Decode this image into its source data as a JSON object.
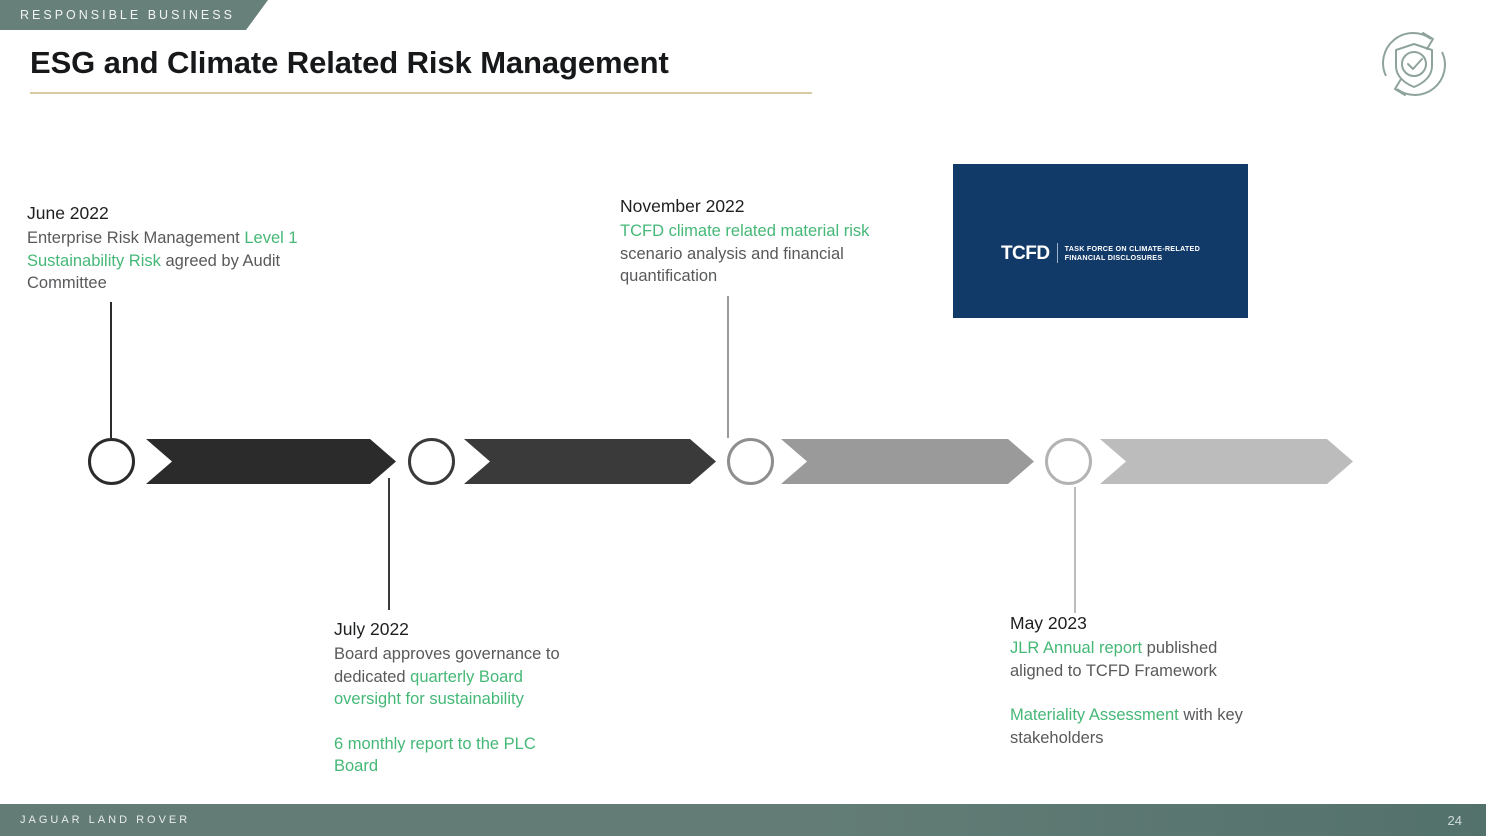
{
  "slide": {
    "eyebrow": "RESPONSIBLE BUSINESS",
    "title": "ESG and Climate Related Risk Management",
    "corner_icon": "shield-check-cycle-icon",
    "accent_color": "#45b877",
    "rule_color": "#d8cba4",
    "banner_color": "#67807a"
  },
  "timeline": {
    "milestones": [
      {
        "date": "June 2022",
        "position": "above",
        "chevron_color": "#2b2b2b",
        "paragraphs": [
          [
            {
              "text": "Enterprise Risk Management ",
              "highlight": false
            },
            {
              "text": "Level 1 Sustainability Risk",
              "highlight": true
            },
            {
              "text": " agreed by Audit Committee",
              "highlight": false
            }
          ]
        ]
      },
      {
        "date": "July 2022",
        "position": "below",
        "chevron_color": "#3a3a3a",
        "paragraphs": [
          [
            {
              "text": "Board approves governance to dedicated ",
              "highlight": false
            },
            {
              "text": "quarterly Board oversight for sustainability",
              "highlight": true
            }
          ],
          [
            {
              "text": "6 monthly report to the PLC Board",
              "highlight": true
            }
          ]
        ]
      },
      {
        "date": "November 2022",
        "position": "above",
        "chevron_color": "#9a9a9a",
        "paragraphs": [
          [
            {
              "text": "TCFD climate related material risk",
              "highlight": true
            },
            {
              "text": " scenario analysis and financial quantification",
              "highlight": false
            }
          ]
        ]
      },
      {
        "date": "May 2023",
        "position": "below",
        "chevron_color": "#bcbcbc",
        "paragraphs": [
          [
            {
              "text": "JLR Annual report",
              "highlight": true
            },
            {
              "text": " published aligned to TCFD Framework",
              "highlight": false
            }
          ],
          [
            {
              "text": "Materiality Assessment",
              "highlight": true
            },
            {
              "text": " with key stakeholders",
              "highlight": false
            }
          ]
        ]
      }
    ]
  },
  "tcfd_logo": {
    "mark": "TCFD",
    "line1": "TASK FORCE ON CLIMATE-RELATED",
    "line2": "FINANCIAL DISCLOSURES",
    "background": "#123a69"
  },
  "footer": {
    "brand": "JAGUAR LAND ROVER",
    "page_number": "24"
  }
}
